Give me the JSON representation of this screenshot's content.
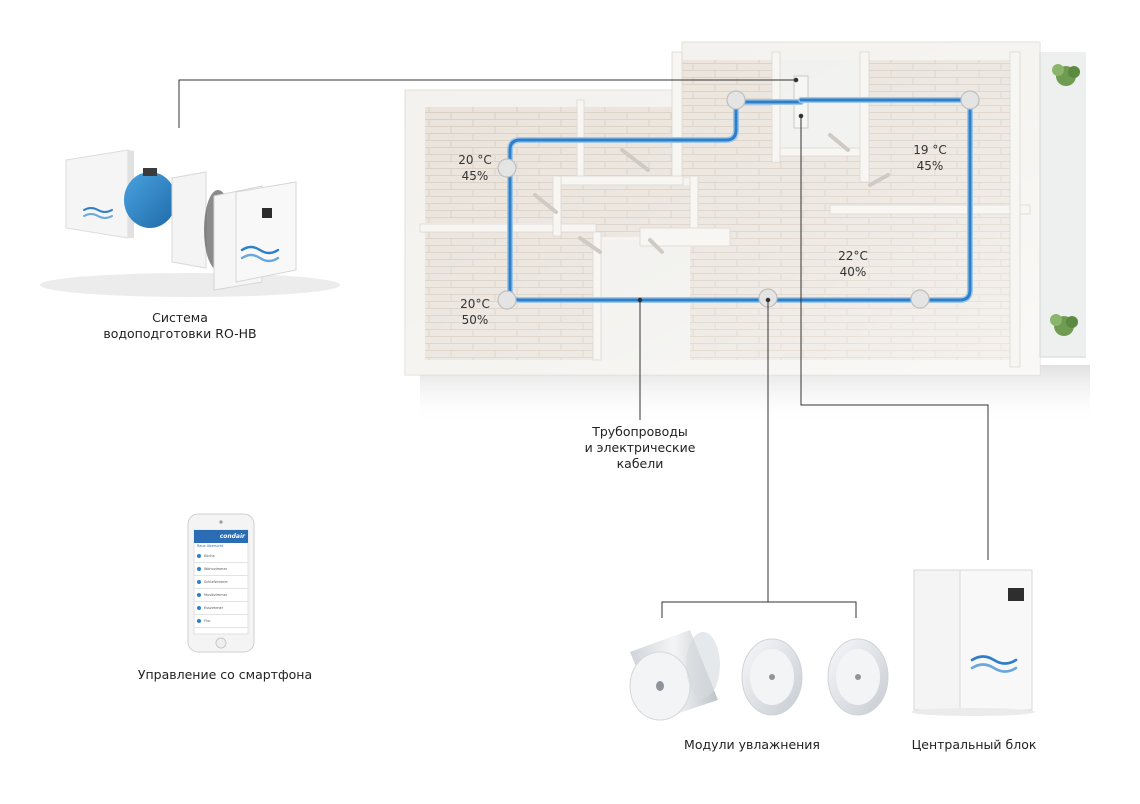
{
  "labels": {
    "water_system_line1": "Система",
    "water_system_line2": "водоподготовки RO-HB",
    "pipes_line1": "Трубопроводы",
    "pipes_line2": "и электрические",
    "pipes_line3": "кабели",
    "smartphone": "Управление со смартфона",
    "modules": "Модули увлажнения",
    "central_unit": "Центральный блок"
  },
  "rooms": [
    {
      "temp": "20 °C",
      "humidity": "45%"
    },
    {
      "temp": "19 °C",
      "humidity": "45%"
    },
    {
      "temp": "22°C",
      "humidity": "40%"
    },
    {
      "temp": "20°C",
      "humidity": "50%"
    }
  ],
  "phone": {
    "brand": "condair",
    "header": "Raus Übersicht",
    "items": [
      "Küche",
      "Wohnzimmer",
      "Schlafzimmer",
      "Musikzimmer",
      "Esszimmer",
      "Flur"
    ]
  },
  "colors": {
    "pipe": "#2f7fc8",
    "wall": "#f4f2ee",
    "floor": "#e6dfd7",
    "line": "#333333"
  }
}
